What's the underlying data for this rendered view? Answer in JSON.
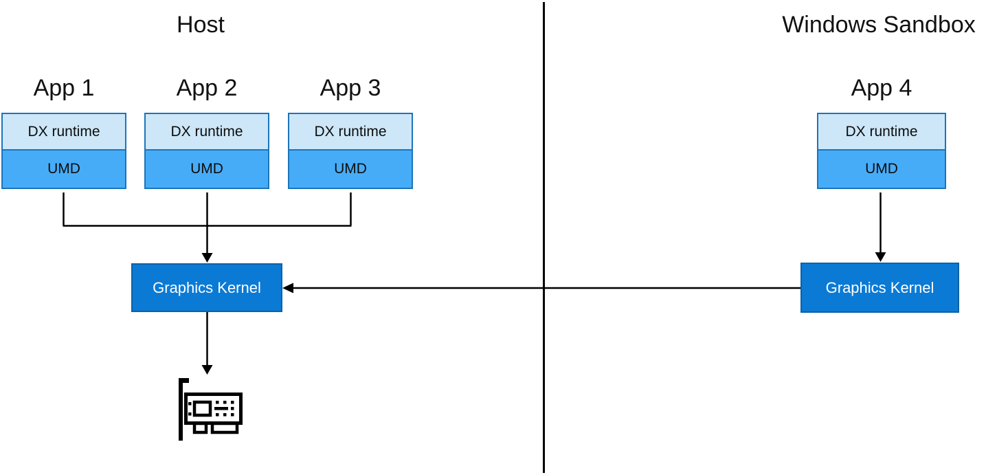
{
  "diagram": {
    "left_panel": {
      "title": "Host",
      "apps": [
        {
          "name": "App 1",
          "layers": [
            "DX runtime",
            "UMD"
          ]
        },
        {
          "name": "App 2",
          "layers": [
            "DX runtime",
            "UMD"
          ]
        },
        {
          "name": "App 3",
          "layers": [
            "DX runtime",
            "UMD"
          ]
        }
      ],
      "kernel_label": "Graphics Kernel",
      "gpu_icon": "gpu-card-icon"
    },
    "right_panel": {
      "title": "Windows Sandbox",
      "apps": [
        {
          "name": "App 4",
          "layers": [
            "DX runtime",
            "UMD"
          ]
        }
      ],
      "kernel_label": "Graphics Kernel"
    },
    "colors": {
      "dx_runtime_fill": "#cde7f8",
      "umd_fill": "#47acf8",
      "app_box_border": "#1b74ba",
      "kernel_fill": "#0b7ad5",
      "kernel_border": "#0b62a6",
      "kernel_text": "#ffffff",
      "connector": "#000000"
    }
  }
}
